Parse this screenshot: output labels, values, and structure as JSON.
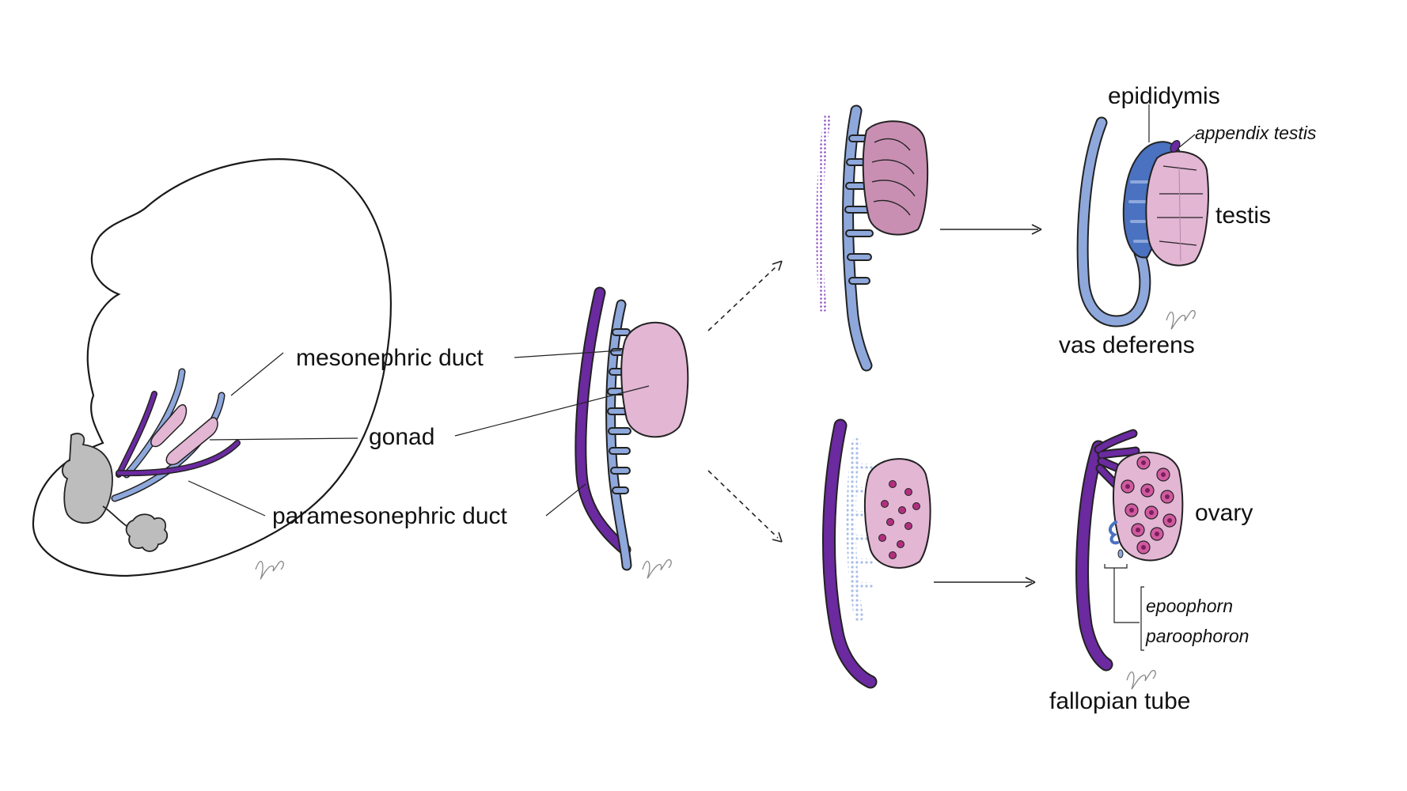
{
  "labels": {
    "mesonephric_duct": "mesonephric duct",
    "gonad": "gonad",
    "paramesonephric_duct": "paramesonephric duct",
    "epididymis": "epididymis",
    "appendix_testis": "appendix testis",
    "testis": "testis",
    "vas_deferens": "vas deferens",
    "ovary": "ovary",
    "epoophorn": "epoophorn",
    "paroophoron": "paroophoron",
    "fallopian_tube": "fallopian tube"
  },
  "colors": {
    "mesonephric": "#8ea8dc",
    "mesonephric_dark": "#4a72c0",
    "paramesonephric": "#6b2aa0",
    "gonad": "#e3b6d4",
    "testis": "#c98fb3",
    "follicle": "#b0307e",
    "organ_gray": "#bdbdbd"
  }
}
